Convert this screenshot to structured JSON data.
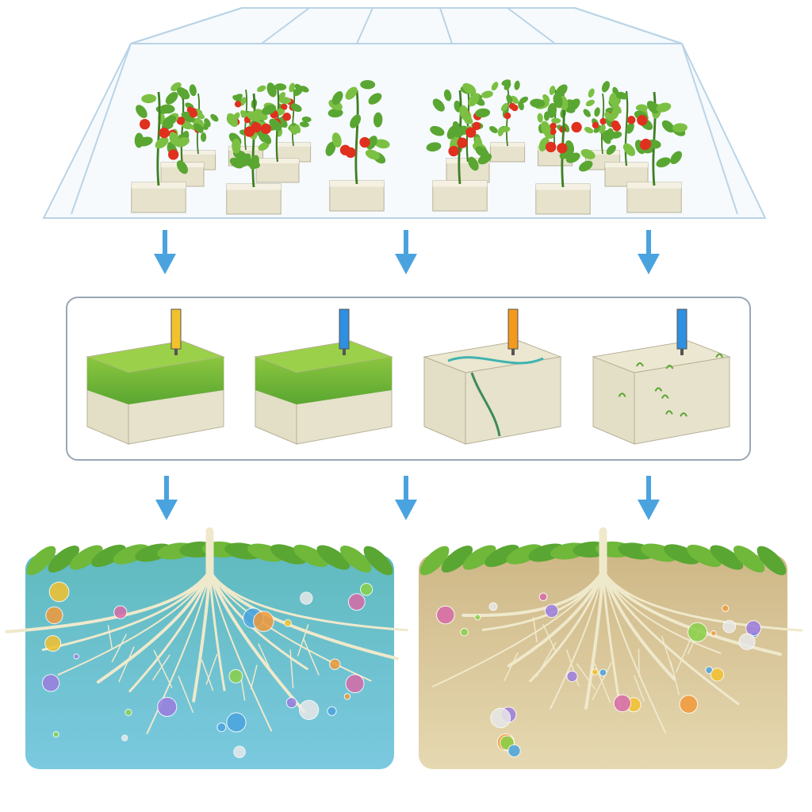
{
  "figure": {
    "greenhouse": {
      "icon": "greenhouse-icon",
      "plant_icon": "tomato-plant-icon",
      "slab_icon": "rockwool-slab-icon"
    },
    "arrows": {
      "icon": "down-arrow-icon",
      "color": "#4aa3df"
    },
    "substrate_blocks": [
      {
        "name": "block-1",
        "surface": "moss-covered",
        "sensor_color": "#f2c12e",
        "sensor_icon": "sensor-probe-icon"
      },
      {
        "name": "block-2",
        "surface": "moss-covered",
        "sensor_color": "#2f8fe0",
        "sensor_icon": "sensor-probe-icon"
      },
      {
        "name": "block-3",
        "surface": "root-tangled",
        "sensor_color": "#f39a1c",
        "sensor_icon": "sensor-probe-icon"
      },
      {
        "name": "block-4",
        "surface": "bare-with-sprouts",
        "sensor_color": "#2f8fe0",
        "sensor_icon": "sensor-probe-icon"
      }
    ],
    "root_zones": [
      {
        "name": "water-root-zone",
        "medium": "water",
        "color": "#4fb3c4"
      },
      {
        "name": "soil-root-zone",
        "medium": "soil",
        "color": "#cfb98a"
      }
    ],
    "colors": {
      "leaf": "#5aa632",
      "tomato": "#e0301e",
      "slab": "#e6e2cc",
      "root": "#efe9cc",
      "panel_border": "#9aa7b3"
    }
  }
}
